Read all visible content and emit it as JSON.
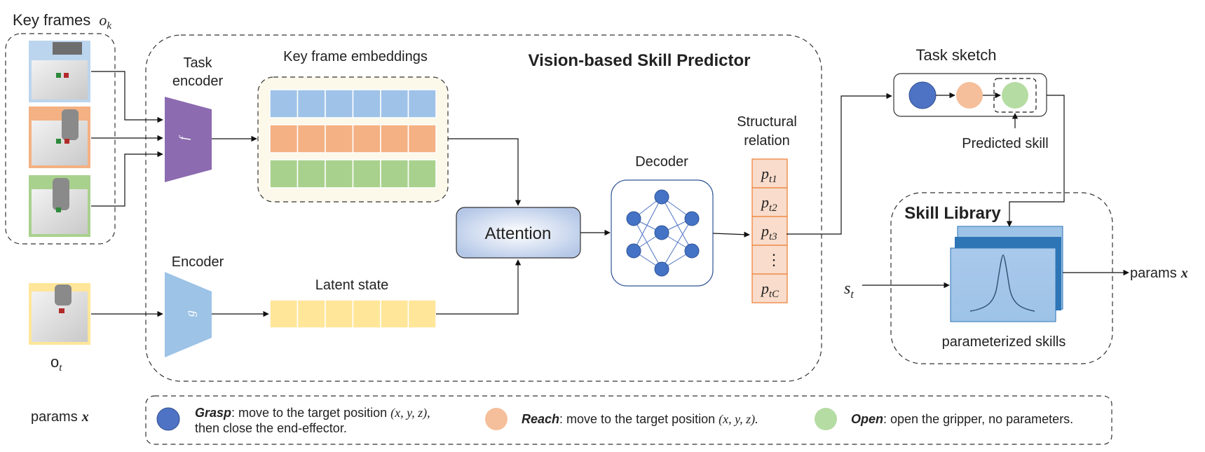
{
  "labels": {
    "key_frames": "Key frames",
    "key_frames_symbol": "o",
    "key_frames_sub": "k",
    "task_encoder_l1": "Task",
    "task_encoder_l2": "encoder",
    "task_encoder_symbol": "f",
    "encoder": "Encoder",
    "encoder_symbol": "g",
    "obs_symbol": "o",
    "obs_sub": "t",
    "key_frame_embeddings": "Key frame embeddings",
    "latent_state": "Latent state",
    "predictor_title": "Vision-based Skill Predictor",
    "attention": "Attention",
    "decoder": "Decoder",
    "structural_l1": "Structural",
    "structural_l2": "relation",
    "task_sketch": "Task sketch",
    "predicted_skill": "Predicted skill",
    "skill_library": "Skill Library",
    "state_symbol": "s",
    "state_sub": "t",
    "params": "params",
    "params_symbol": "x",
    "parameterized_skills": "parameterized skills"
  },
  "relations": [
    {
      "base": "p",
      "sub": "t1"
    },
    {
      "base": "p",
      "sub": "t2"
    },
    {
      "base": "p",
      "sub": "t3"
    },
    {
      "base": "⋮",
      "sub": ""
    },
    {
      "base": "p",
      "sub": "tC"
    }
  ],
  "legend": {
    "params": "params",
    "params_symbol": "x",
    "grasp_name": "Grasp",
    "grasp_desc": ": move to the target position ",
    "grasp_coords": "(x, y, z),",
    "grasp_desc2": "then close the end-effector.",
    "reach_name": "Reach",
    "reach_desc": ": move to the target position ",
    "reach_coords": "(x, y, z).",
    "open_name": "Open",
    "open_desc": ": open the gripper, no parameters."
  },
  "colors": {
    "grasp": "#4f73c4",
    "reach": "#f5bf9b",
    "open": "#b5dca3",
    "blue_emb": "#9fc2e8",
    "orange_emb": "#f4b183",
    "green_emb": "#a9d18e",
    "yellow_emb": "#ffe699",
    "task_encoder": "#8c6bb0",
    "encoder": "#9dc3e6"
  }
}
